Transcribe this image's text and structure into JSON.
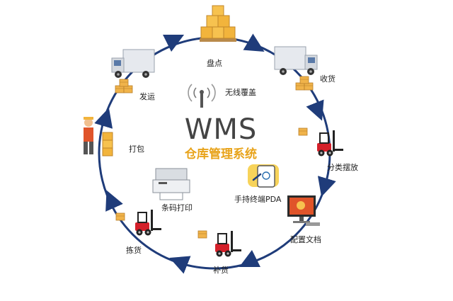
{
  "diagram": {
    "title": "WMS",
    "subtitle": "仓库管理系统",
    "ring_color": "#1f3c7a",
    "accent_color": "#e8a31a",
    "nodes": [
      {
        "key": "inventory",
        "label": "盘点",
        "icon": "pallet-boxes-icon"
      },
      {
        "key": "receiving",
        "label": "收货",
        "icon": "delivery-truck-icon"
      },
      {
        "key": "sorting",
        "label": "分类摆放",
        "icon": "forklift-icon"
      },
      {
        "key": "config",
        "label": "配置文档",
        "icon": "computer-monitor-icon"
      },
      {
        "key": "replenish",
        "label": "补货",
        "icon": "forklift-icon"
      },
      {
        "key": "picking",
        "label": "拣货",
        "icon": "forklift-icon"
      },
      {
        "key": "packing",
        "label": "打包",
        "icon": "worker-boxes-icon"
      },
      {
        "key": "shipping",
        "label": "发运",
        "icon": "delivery-truck-icon"
      }
    ],
    "inner": {
      "wireless": {
        "label": "无线覆盖",
        "icon": "wireless-antenna-icon"
      },
      "handheld": {
        "label": "手持终端PDA",
        "icon": "handheld-pda-icon"
      },
      "barcode": {
        "label": "条码打印",
        "icon": "printer-icon"
      }
    }
  }
}
